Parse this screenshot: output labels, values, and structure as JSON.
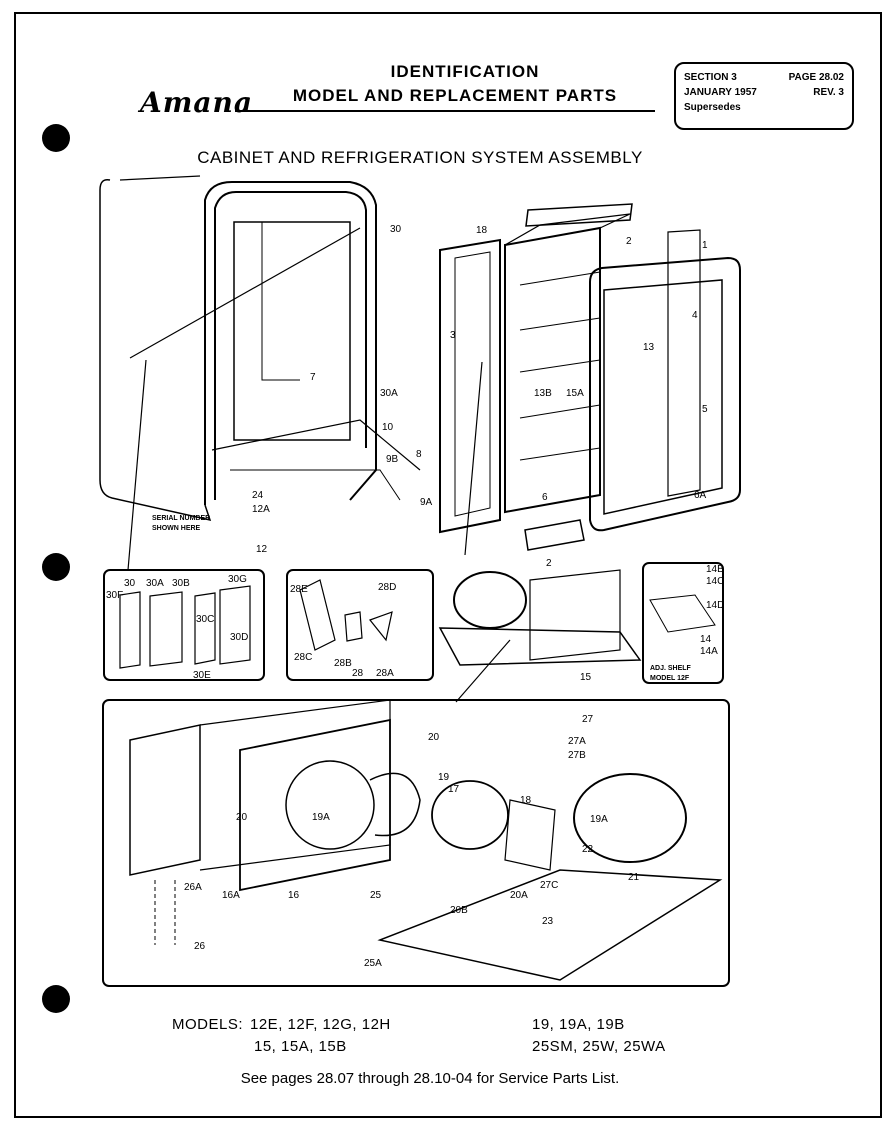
{
  "brand": "Amana",
  "header": {
    "line1": "IDENTIFICATION",
    "line2": "MODEL AND REPLACEMENT PARTS"
  },
  "section_box": {
    "section": "SECTION 3",
    "page": "PAGE 28.02",
    "date": "JANUARY 1957",
    "rev": "REV. 3",
    "supersedes": "Supersedes"
  },
  "title": "CABINET AND REFRIGERATION SYSTEM ASSEMBLY",
  "cabinet_callouts": [
    "30",
    "7",
    "30A",
    "10",
    "9B",
    "8",
    "9A",
    "24",
    "12A",
    "12",
    "18",
    "2",
    "1",
    "3",
    "4",
    "13",
    "13B",
    "15A",
    "5",
    "6",
    "6A",
    "2"
  ],
  "serial_note": [
    "SERIAL NUMBER",
    "SHOWN HERE"
  ],
  "hinge_callouts": [
    "30",
    "30A",
    "30B",
    "30G",
    "30F",
    "30C",
    "30D",
    "30E"
  ],
  "bracket_callouts": [
    "28E",
    "28D",
    "28C",
    "28B",
    "28",
    "28A"
  ],
  "compressor_callouts": [
    "15"
  ],
  "shelf_callouts": [
    "14B",
    "14C",
    "14D",
    "14",
    "14A"
  ],
  "shelf_label": [
    "ADJ. SHELF",
    "MODEL 12F"
  ],
  "unit_callouts": [
    "20",
    "27",
    "27A",
    "27B",
    "19",
    "17",
    "18",
    "19A",
    "20",
    "19A",
    "16",
    "16A",
    "26A",
    "22",
    "21",
    "25",
    "20B",
    "20A",
    "27C",
    "23",
    "25A",
    "26"
  ],
  "models": {
    "label": "MODELS:",
    "left_row1": "12E, 12F, 12G, 12H",
    "left_row2": "15, 15A, 15B",
    "right_row1": "19, 19A, 19B",
    "right_row2": "25SM, 25W, 25WA"
  },
  "footer": "See pages 28.07 through 28.10-04 for Service Parts List."
}
